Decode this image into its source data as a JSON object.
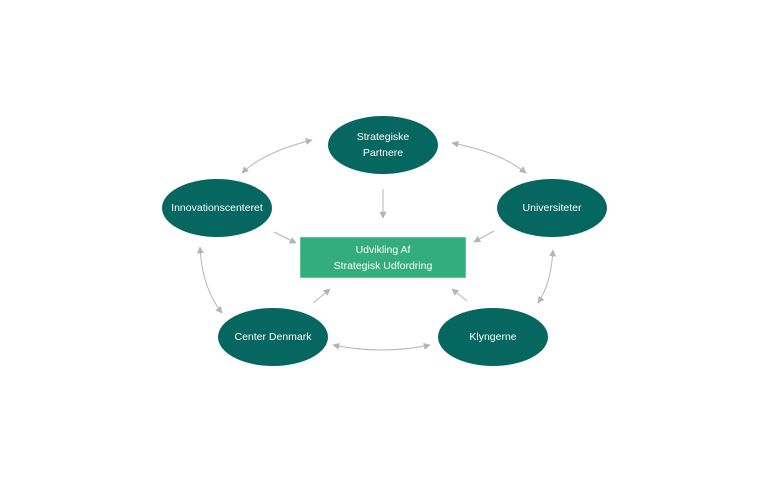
{
  "colors": {
    "node_fill": "#05675f",
    "center_fill": "#33ad7b",
    "center_border": "#5fc796",
    "arrow": "#b4b4b4"
  },
  "nodes": {
    "strategiske": {
      "line1": "Strategiske",
      "line2": "Partnere"
    },
    "innovation": {
      "label": "Innovationscenteret"
    },
    "universiteter": {
      "label": "Universiteter"
    },
    "center_denmark": {
      "label": "Center Denmark"
    },
    "klyngerne": {
      "label": "Klyngerne"
    },
    "center": {
      "line1": "Udvikling Af",
      "line2": "Strategisk Udfordring"
    }
  }
}
